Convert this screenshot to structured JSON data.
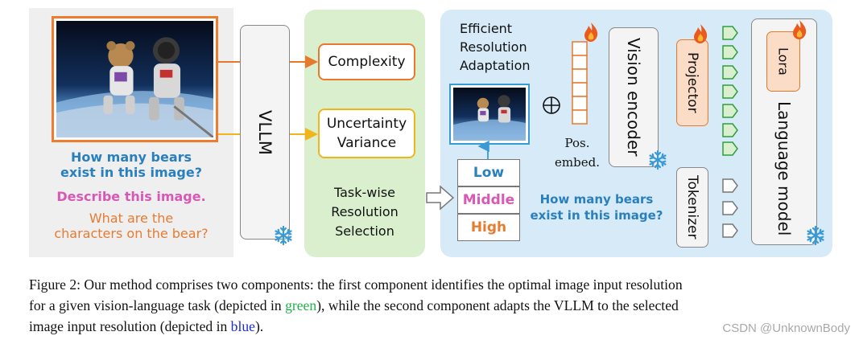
{
  "left_panel": {
    "question_1_line1": "How many bears",
    "question_1_line2": "exist in this image?",
    "question_2": "Describe this image.",
    "question_3_line1": "What are the",
    "question_3_line2": "characters on the bear?"
  },
  "vllm": {
    "label": "VLLM"
  },
  "selection": {
    "complexity_label": "Complexity",
    "uncertainty_line1": "Uncertainty",
    "uncertainty_line2": "Variance",
    "title_line1": "Task-wise",
    "title_line2": "Resolution",
    "title_line3": "Selection"
  },
  "adaptation": {
    "title_line1": "Efficient",
    "title_line2": "Resolution",
    "title_line3": "Adaptation",
    "res_low": "Low",
    "res_middle": "Middle",
    "res_high": "High",
    "pos_line1": "Pos.",
    "pos_line2": "embed.",
    "question_line1": "How many bears",
    "question_line2": "exist in this image?",
    "vision_encoder": "Vision encoder",
    "projector": "Projector",
    "tokenizer": "Tokenizer",
    "lora": "Lora",
    "language_model": "Language model"
  },
  "caption": {
    "part1": "Figure 2: Our method comprises two components: the first component identifies the optimal image input resolution",
    "part2a": "for a given vision-language task (depicted in ",
    "green_word": "green",
    "part2b": "), while the second component adapts the VLLM to the selected",
    "part3a": "image input resolution (depicted in ",
    "blue_word": "blue",
    "part3b": ")."
  },
  "watermark": "CSDN @UnknownBody",
  "colors": {
    "orange": "#e8782c",
    "yellow": "#f1b51c",
    "green_panel": "#d9efcd",
    "blue_panel": "#d6eaf7",
    "question_blue": "#2a7fbd",
    "question_pink": "#d759b5",
    "question_orange": "#e67c32"
  }
}
